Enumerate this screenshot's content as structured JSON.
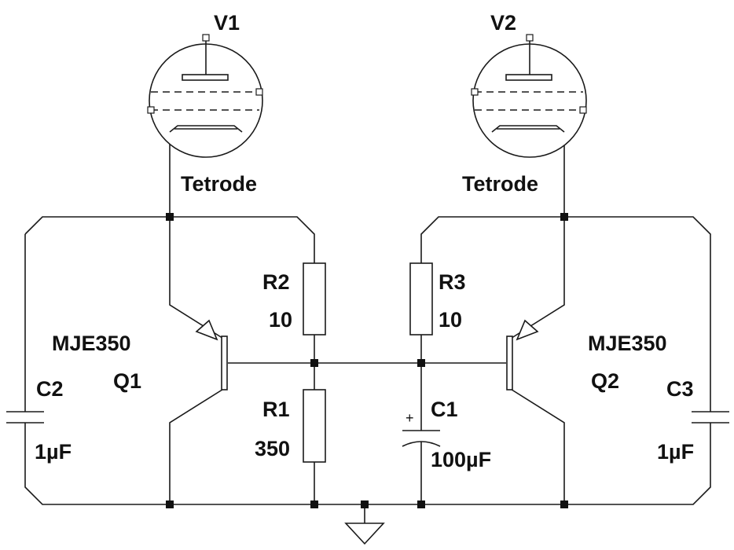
{
  "components": {
    "v1": {
      "ref": "V1",
      "value": "Tetrode"
    },
    "v2": {
      "ref": "V2",
      "value": "Tetrode"
    },
    "q1": {
      "ref": "Q1",
      "value": "MJE350"
    },
    "q2": {
      "ref": "Q2",
      "value": "MJE350"
    },
    "r1": {
      "ref": "R1",
      "value": "350"
    },
    "r2": {
      "ref": "R2",
      "value": "10"
    },
    "r3": {
      "ref": "R3",
      "value": "10"
    },
    "c1": {
      "ref": "C1",
      "value": "100µF",
      "polarity_mark": "+"
    },
    "c2": {
      "ref": "C2",
      "value": "1µF"
    },
    "c3": {
      "ref": "C3",
      "value": "1µF"
    }
  },
  "icons": {
    "ground": "ground-icon",
    "tetrode": "tetrode-tube-icon",
    "pnp_transistor": "pnp-transistor-icon",
    "resistor": "resistor-icon",
    "capacitor": "capacitor-icon",
    "polarized_capacitor": "polarized-capacitor-icon"
  },
  "colors": {
    "ink": "#1a1a1a",
    "background": "#ffffff"
  }
}
